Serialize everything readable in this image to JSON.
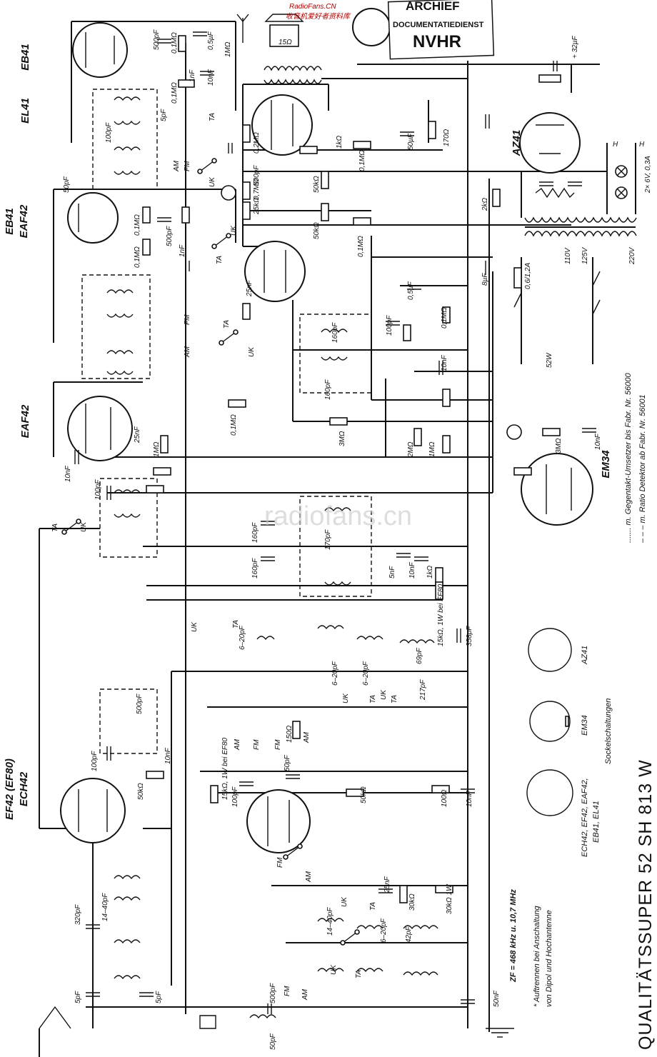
{
  "watermark": {
    "brand": "RadioFans.CN",
    "brand_cn": "收音机爱好者资料库",
    "center": "radiofans.cn"
  },
  "stamp": {
    "line1": "ARCHIEF",
    "line2": "DOCUMENTATIEDIENST",
    "line3": "NVHR"
  },
  "title": "QUALITÄTSSUPER 52 SH 813 W",
  "tubes": {
    "eb41": "EB41",
    "el41": "EL41",
    "eb41_eaf42": "EB41",
    "eaf42_b": "EAF42",
    "eaf42": "EAF42",
    "ef42": "EF42 (EF80)",
    "ech42": "ECH42",
    "az41": "AZ41",
    "em34": "EM34"
  },
  "notes": {
    "if_freq": "ZF = 468 kHz u. 10,7 MHz",
    "asterisk1": "* Auftrennen bei Anschaltung",
    "asterisk2": "von Dipol und Hochantenne",
    "legend1": "....... m. Gegentakt-Umsetzer bis Fabr. Nr. 56000",
    "legend2": "– – – m. Ratio Detektor ab Fabr. Nr. 56001",
    "sockets": "Sockelschaltungen",
    "socket1": "ECH42, EF42, EAF42,",
    "socket1b": "EB41, EL41",
    "socket2": "EM34",
    "socket3": "AZ41"
  },
  "components": {
    "c32": "+ 32µF",
    "c500": "500pF",
    "r01": "0,1MΩ",
    "c05": "0,5µF",
    "r1m": "1MΩ",
    "c10n": "10nF",
    "c1n": "1nF",
    "c5p": "5pF",
    "c50p": "50pF",
    "c100p": "100pF",
    "r15": "15Ω",
    "r02": "0,2MΩ",
    "r07": "0,7MΩ",
    "r25k": "25kΩ",
    "r50k": "50kΩ",
    "r1k": "1kΩ",
    "c50u": "50µF",
    "r170": "170Ω",
    "r2k": "2kΩ",
    "c8u": "8µF",
    "r3m": "3MΩ",
    "r2m": "2MΩ",
    "c25n": "25nF",
    "c160": "160pF",
    "c170": "170pF",
    "c5n": "5nF",
    "r150": "150Ω",
    "c358": "358pF",
    "c217": "217pF",
    "c69": "69pF",
    "c320": "320pF",
    "c14_40": "14–40pF",
    "c6_20": "6–20pF",
    "c42": "42pF",
    "c50n": "50nF",
    "r30k": "30kΩ",
    "r30k1w": "30kΩ 1W",
    "r100": "100Ω",
    "fuse": "0,6/1,2A",
    "v110": "110V",
    "v125": "125V",
    "v220": "220V",
    "w52": "52W",
    "lamps": "2× 6V, 0,3A",
    "r15k": "15kΩ, 1W bei EF80",
    "h": "H"
  },
  "switches": {
    "uk": "UK",
    "ta": "TA",
    "am": "AM",
    "fm": "FM"
  }
}
